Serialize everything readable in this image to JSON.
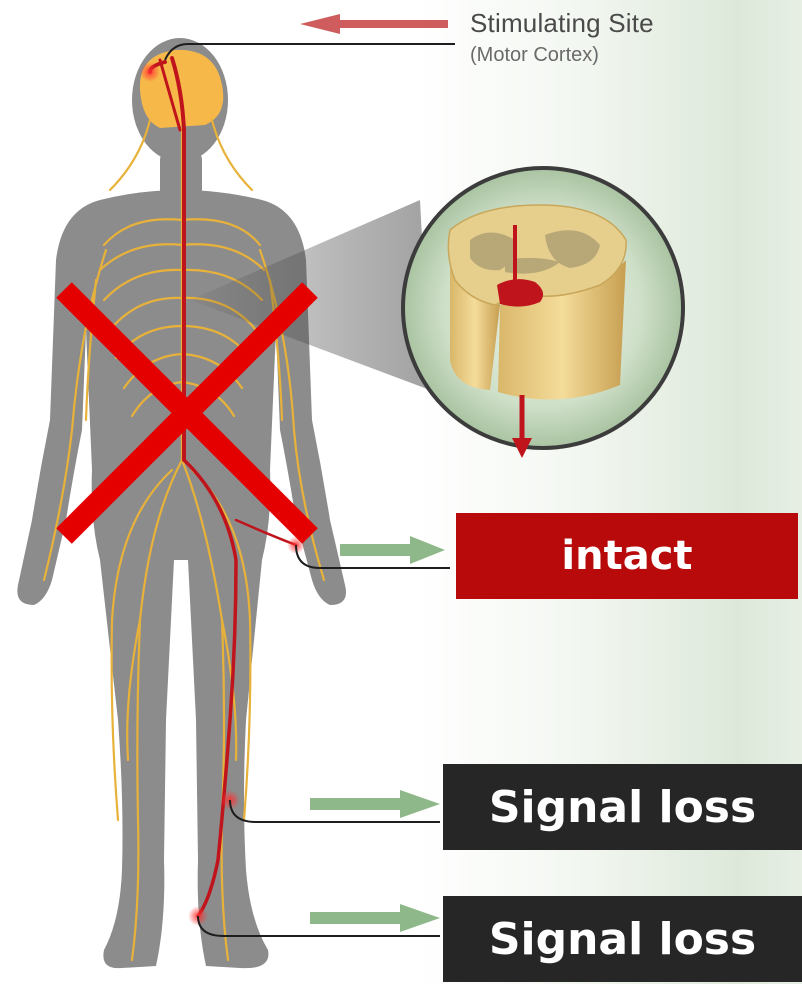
{
  "stimulating_site": {
    "title": "Stimulating Site",
    "subtitle": "(Motor Cortex)"
  },
  "outcomes": {
    "hand": "intact",
    "knee": "Signal loss",
    "foot": "Signal loss"
  },
  "colors": {
    "intact": "#b80a0a",
    "signal_loss": "#262626",
    "nerve": "#e8b23a",
    "signal_path": "#c0141c",
    "cross": "#e50000",
    "arrow_green": "#8fb88a",
    "arrow_red": "#cf5d5d"
  },
  "icons": {
    "stimulus_arrow": "left-arrow-icon",
    "response_arrow": "right-arrow-icon",
    "blocked_marker": "cross-icon"
  }
}
